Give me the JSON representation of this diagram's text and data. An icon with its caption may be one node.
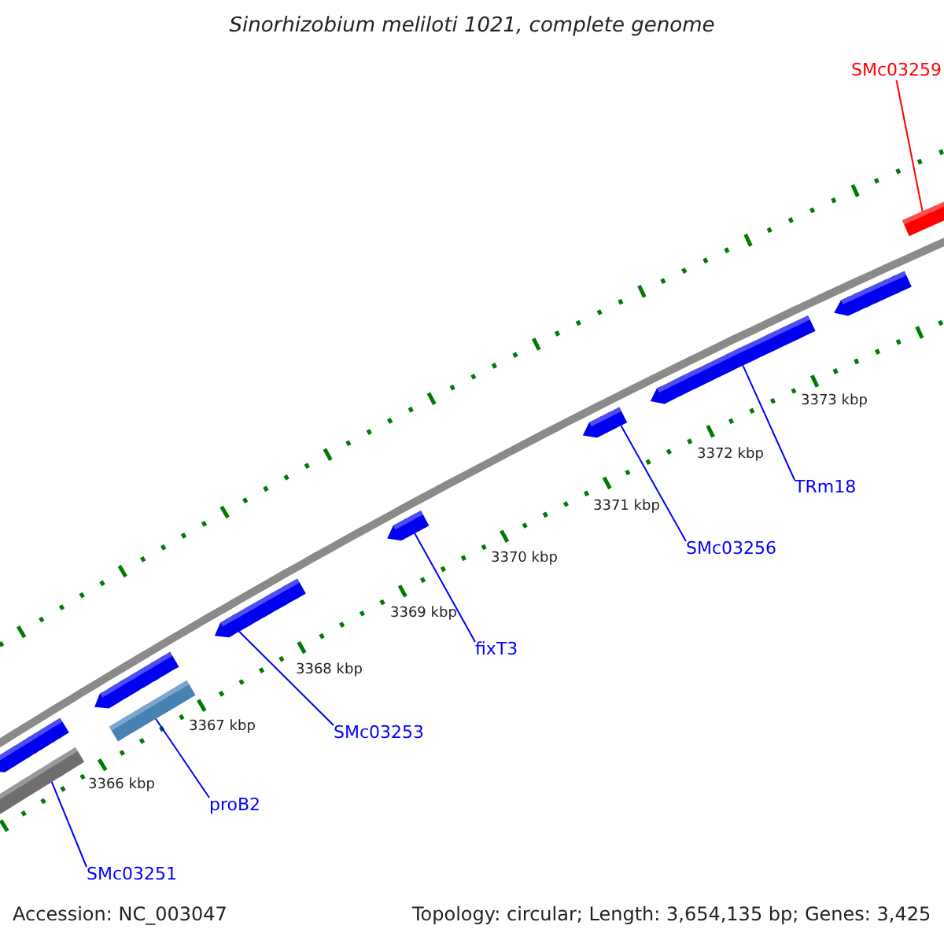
{
  "diagram": {
    "title": "Sinorhizobium meliloti 1021, complete genome",
    "nodes": [
      {
        "text": [
          "SMc03259"
        ]
      },
      {
        "text": [
          "TRm18"
        ]
      },
      {
        "text": [
          "SMc03256"
        ]
      },
      {
        "text": [
          "fixT3"
        ]
      },
      {
        "text": [
          "SMc03253"
        ]
      },
      {
        "text": [
          "proB2"
        ]
      },
      {
        "text": [
          "SMc03251"
        ]
      },
      {
        "text": [],
        "shape": "bar"
      },
      {
        "text": [],
        "shape": "bar"
      },
      {
        "text": [],
        "shape": "bar"
      },
      {
        "text": [],
        "shape": "bar"
      },
      {
        "text": [],
        "shape": "bar"
      },
      {
        "text": [],
        "shape": "bar"
      },
      {
        "text": [],
        "shape": "bar"
      },
      {
        "text": [],
        "shape": "bar"
      },
      {
        "text": [],
        "shape": "bar"
      },
      {
        "text": [],
        "shape": "bar"
      }
    ],
    "edges": [
      {
        "from": 0,
        "to": 16,
        "arrow": "none",
        "color": "#ff0000"
      },
      {
        "from": 1,
        "to": 14,
        "arrow": "none"
      },
      {
        "from": 2,
        "to": 13,
        "arrow": "none"
      },
      {
        "from": 3,
        "to": 12,
        "arrow": "none"
      },
      {
        "from": 4,
        "to": 11,
        "arrow": "none"
      },
      {
        "from": 5,
        "to": 10,
        "arrow": "none"
      },
      {
        "from": 6,
        "to": 7,
        "arrow": "none"
      }
    ],
    "labels": [
      "3373 kbp",
      "3372 kbp",
      "3371 kbp",
      "3370 kbp",
      "3369 kbp",
      "3368 kbp",
      "3367 kbp",
      "3366 kbp",
      "Accession: NC_003047",
      "Topology: circular; Length: 3,654,135 bp; Genes: 3,425"
    ]
  }
}
